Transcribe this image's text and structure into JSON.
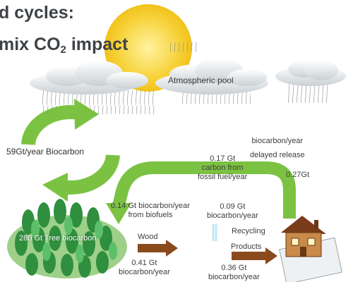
{
  "title": {
    "line1": "d cycles:",
    "line2_pre": "mix CO",
    "line2_sub": "2",
    "line2_post": " impact"
  },
  "labels": {
    "atmospheric_pool": "Atmospheric pool",
    "biocarbon_cycle": "59Gt/year Biocarbon",
    "tree_biocarbon": "280 Gt Tree biocarbon",
    "delayed_release": "biocarbon/year\ndelayed release",
    "fossil_flux": "0.17 Gt\ncarbon from\nfossil fuel/year",
    "house_flux": "0.27Gt",
    "biofuels_flux": "0.14 Gt biocarbon/year\nfrom biofuels",
    "recycling_flux": "0.09 Gt\nbiocarbon/year",
    "recycling": "Recycling",
    "wood": "Wood",
    "wood_flux": "0.41 Gt\nbiocarbon/year",
    "products": "Products",
    "products_flux": "0.36 Gt\nbiocarbon/year"
  },
  "colors": {
    "arrow_green": "#7cc242",
    "arrow_green_dark": "#5aa82a",
    "sun": "#f7d23a",
    "cloud": "#e9edef",
    "wood_arrow": "#8b4a1c",
    "tree": "#3fa34d"
  }
}
